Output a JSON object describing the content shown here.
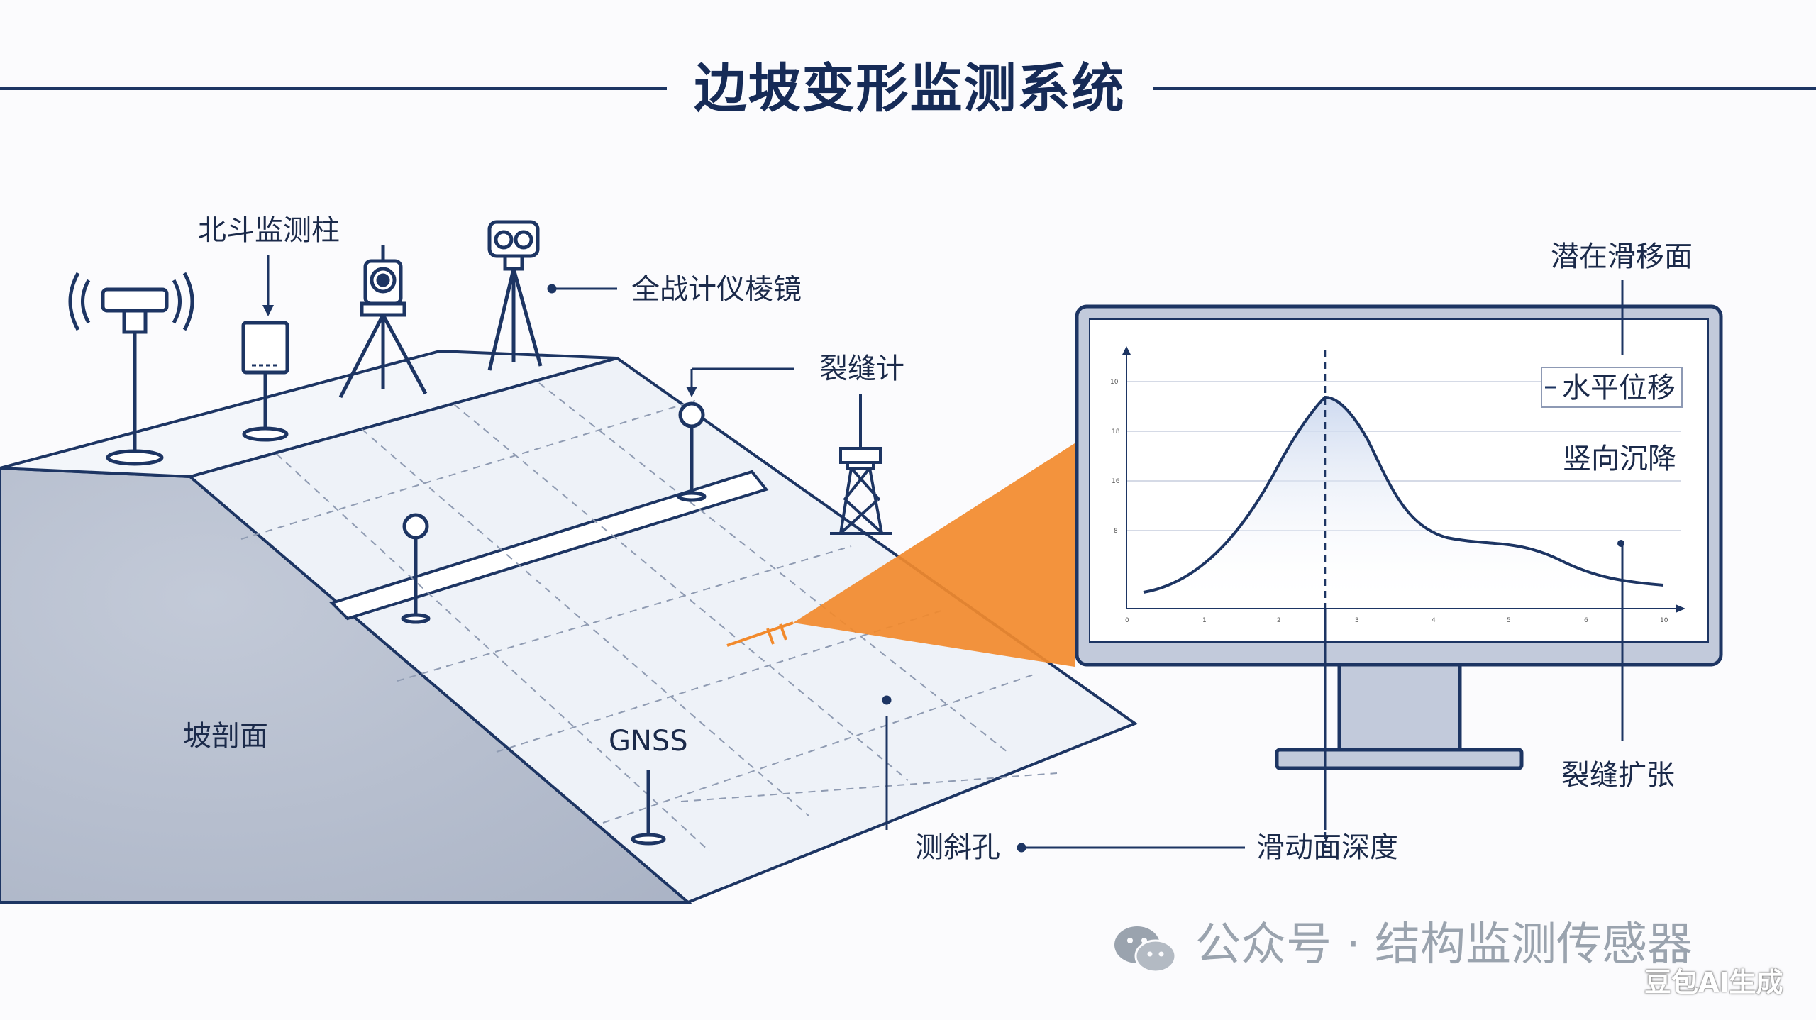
{
  "title": "边坡变形监测系统",
  "labels": {
    "beidou_column": "北斗监测柱",
    "total_station_prism": "全战计仪棱镜",
    "crack_meter": "裂缝计",
    "slope_section": "坡剖面",
    "gnss": "GNSS",
    "inclinometer_hole": "测斜孔",
    "potential_slip_surface": "潜在滑移面",
    "horizontal_displacement": "水平位移",
    "vertical_settlement": "竖向沉降",
    "crack_expansion": "裂缝扩张",
    "slip_surface_depth": "滑动面深度"
  },
  "watermark": "公众号 · 结构监测传感器",
  "ai_tag": "豆包AI生成",
  "colors": {
    "navy": "#1d3563",
    "slope_face": "#eef2f8",
    "slope_side": "#b8c1d1",
    "orange": "#f28a2c"
  }
}
